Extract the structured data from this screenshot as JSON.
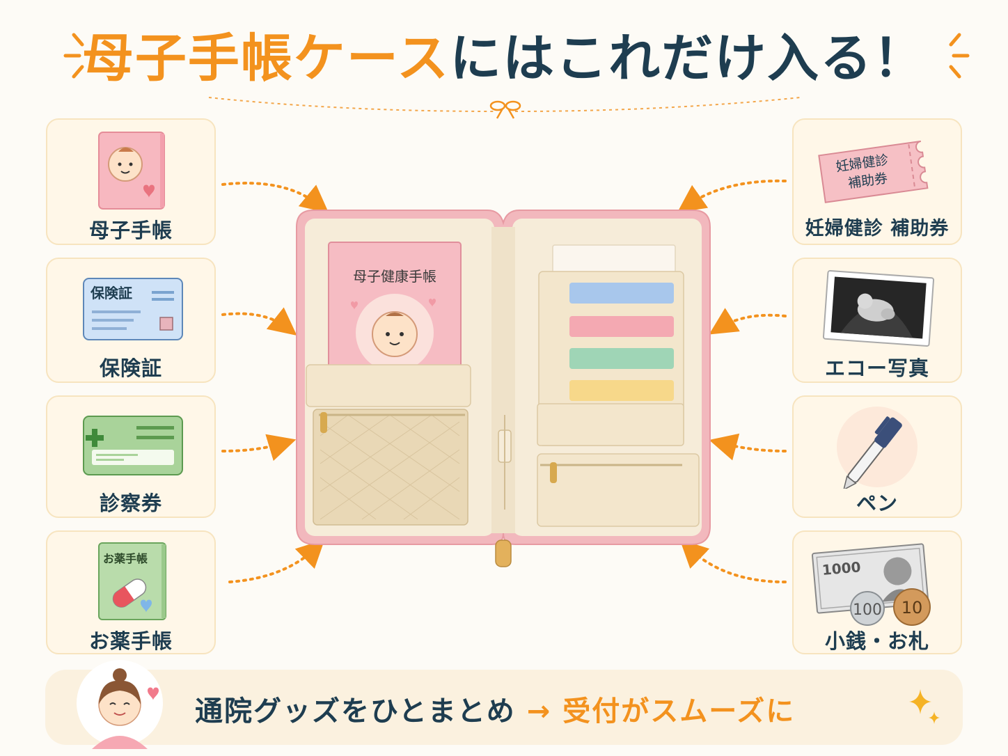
{
  "title": {
    "part1": "母子手帳ケース",
    "part2": "にはこれだけ入る！"
  },
  "items_left": [
    {
      "label": "母子手帳",
      "icon": "baby-book-icon"
    },
    {
      "label": "保険証",
      "icon": "insurance-card-icon"
    },
    {
      "label": "診察券",
      "icon": "clinic-card-icon"
    },
    {
      "label": "お薬手帳",
      "icon": "medicine-book-icon"
    }
  ],
  "items_right": [
    {
      "label": "妊婦健診 補助券",
      "icon": "ticket-icon"
    },
    {
      "label": "エコー写真",
      "icon": "ultrasound-photo-icon"
    },
    {
      "label": "ペン",
      "icon": "pen-icon"
    },
    {
      "label": "小銭・お札",
      "icon": "money-icon"
    }
  ],
  "icon_text": {
    "ticket_line1": "妊婦健診",
    "ticket_line2": "補助券",
    "insurance_card": "保険証",
    "medicine_book": "お薬手帳",
    "bill": "1000",
    "coin_100": "100",
    "coin_10": "10",
    "case_book": "母子健康手帳"
  },
  "bottom": {
    "part1": "通院グッズをひとまとめ",
    "arrow": "→",
    "part2": "受付がスムーズに"
  },
  "colors": {
    "accent": "#f3921e",
    "navy": "#1e3d50",
    "card_bg": "#fff7e8",
    "case_pink": "#f2b8bd"
  }
}
